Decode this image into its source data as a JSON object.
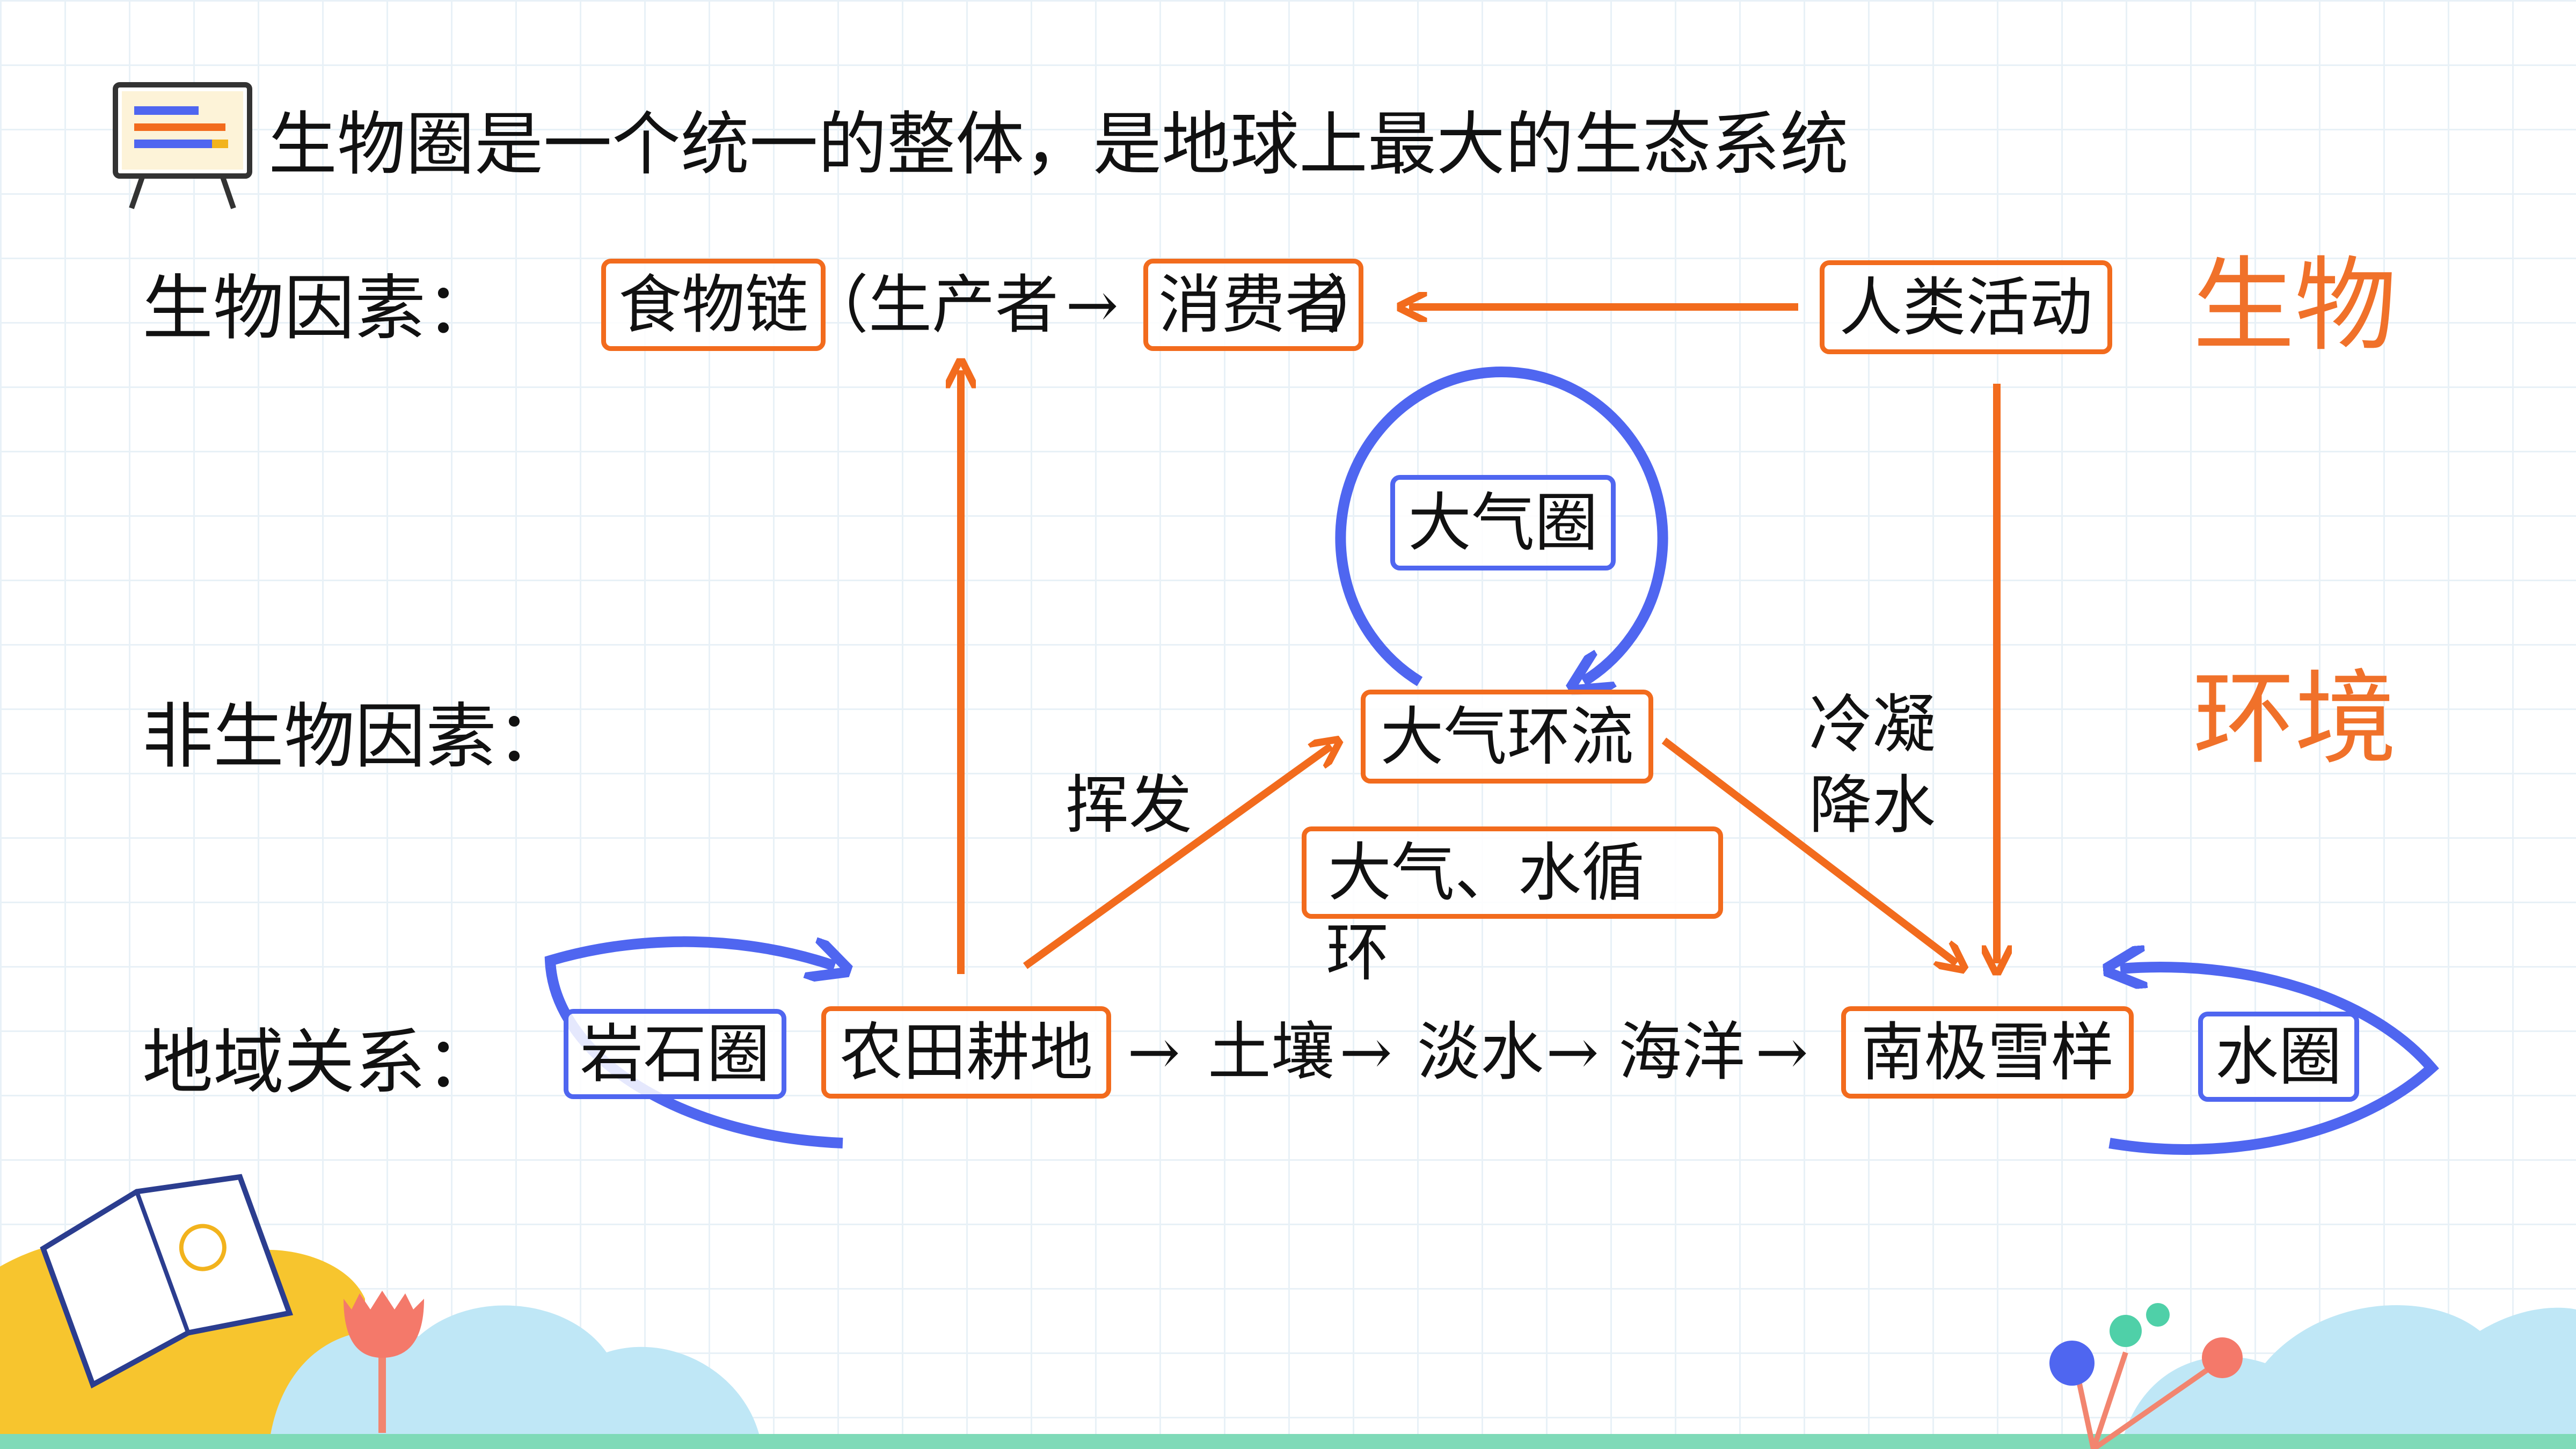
{
  "title": "生物圈是一个统一的整体，是地球上最大的生态系统",
  "rows": {
    "biotic": "生物因素：",
    "abiotic": "非生物因素：",
    "regional": "地域关系："
  },
  "side_labels": {
    "bio": "生物",
    "env": "环境"
  },
  "nodes": {
    "food_chain": "食物链",
    "producer_open": "（生产者",
    "arrow1": "→",
    "consumer": "消费者",
    "consumer_close": "）",
    "human": "人类活动",
    "atmosphere": "大气圈",
    "circulation": "大气环流",
    "cycle_line1": "大气、水循",
    "cycle_line2": "环",
    "volatilize": "挥发",
    "condense_line1": "冷凝",
    "condense_line2": "降水",
    "lithosphere": "岩石圈",
    "farmland": "农田耕地",
    "chain_arrow_a": "→",
    "soil": "土壤",
    "chain_arrow_b": "→",
    "freshwater": "淡水",
    "chain_arrow_c": "→",
    "ocean": "海洋",
    "chain_arrow_d": "→",
    "antarctic": "南极雪样",
    "hydrosphere": "水圈"
  },
  "colors": {
    "orange": "#f26b1d",
    "blue": "#4f66f0",
    "grid": "#e8f1f7"
  }
}
